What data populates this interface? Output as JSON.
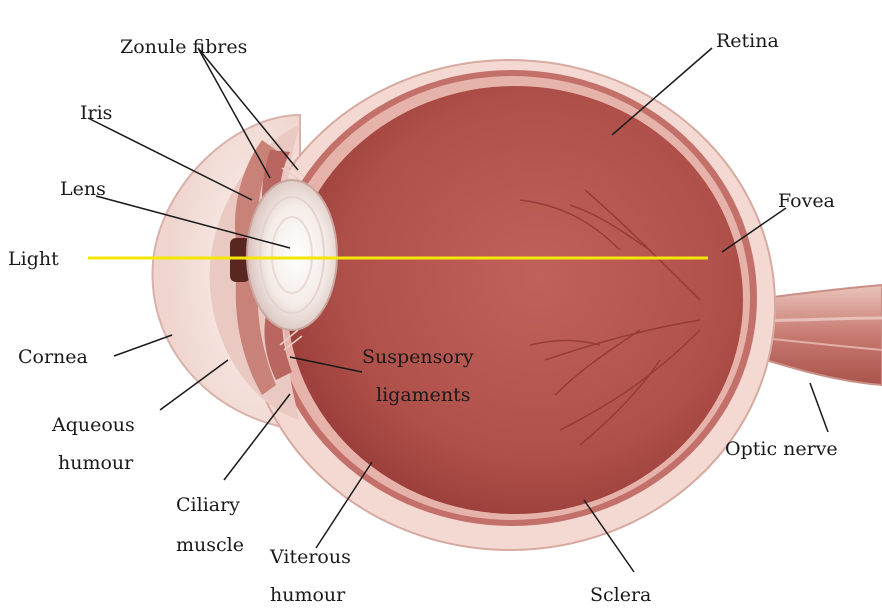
{
  "diagram": {
    "labels": {
      "zonule_fibres": "Zonule fibres",
      "retina": "Retina",
      "iris": "Iris",
      "lens": "Lens",
      "fovea": "Fovea",
      "light": "Light",
      "suspensory_line1": "Suspensory",
      "suspensory_line2": "ligaments",
      "cornea": "Cornea",
      "aqueous_line1": "Aqueous",
      "aqueous_line2": "humour",
      "optic_nerve": "Optic nerve",
      "ciliary_line1": "Ciliary",
      "ciliary_line2": "muscle",
      "viterous_line1": "Viterous",
      "viterous_line2": "humour",
      "sclera": "Sclera"
    },
    "colors": {
      "light_ray": "#f3e600",
      "sclera": "#f3d9d2",
      "eye_interior": "#b2514b",
      "eye_interior_dark": "#9a3e3a",
      "leader_line": "#1a1a1a"
    }
  }
}
